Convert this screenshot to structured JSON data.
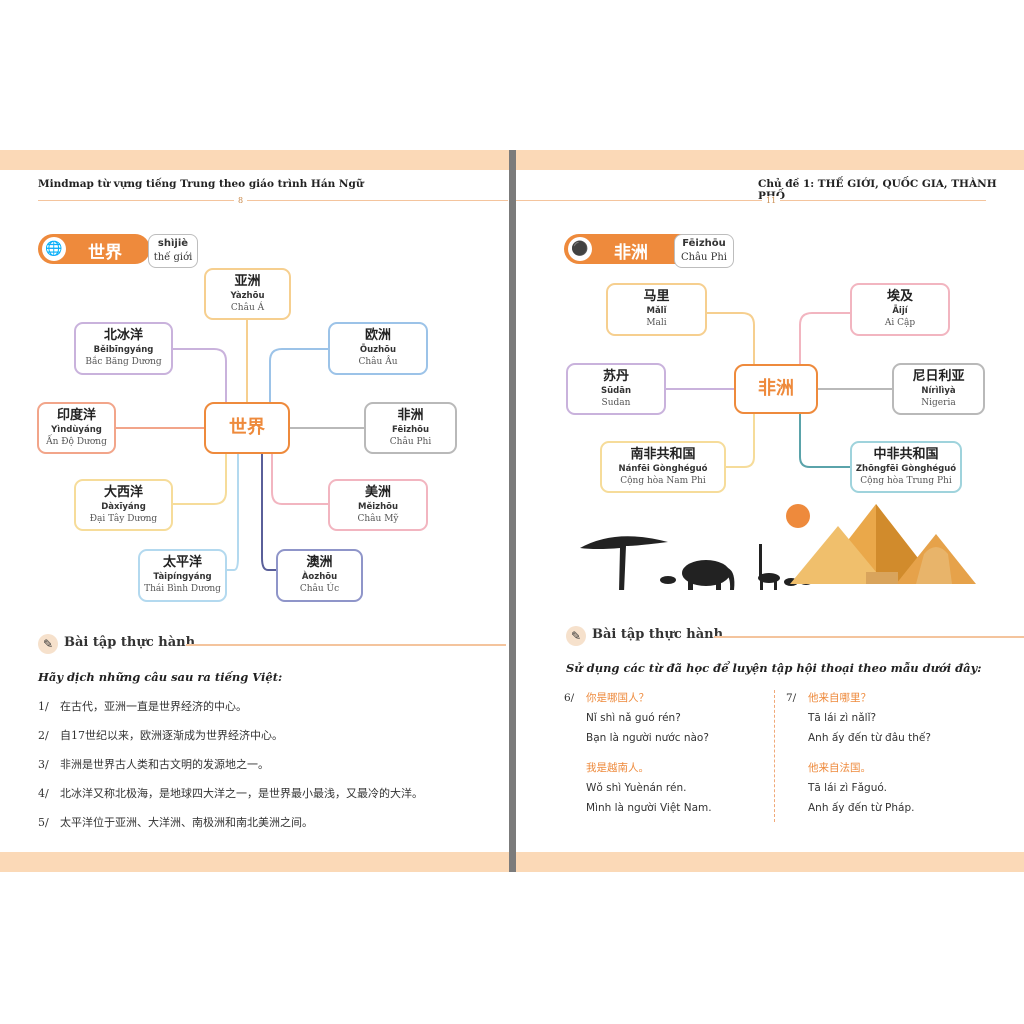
{
  "left": {
    "header": "Mindmap từ vựng tiếng Trung theo giáo trình Hán Ngữ",
    "page_number": "8",
    "title": {
      "zh": "世界",
      "pinyin": "shìjiè",
      "vi": "thế giới",
      "icon": "globe-icon"
    },
    "center": "世界",
    "nodes": [
      {
        "zh": "亚洲",
        "py": "Yàzhōu",
        "vi": "Châu Á",
        "color": "#f6cf8f"
      },
      {
        "zh": "北冰洋",
        "py": "Běibīngyáng",
        "vi": "Bắc Băng Dương",
        "color": "#c9b2dc"
      },
      {
        "zh": "欧洲",
        "py": "Ōuzhōu",
        "vi": "Châu Âu",
        "color": "#9cc3e8"
      },
      {
        "zh": "印度洋",
        "py": "Yìndùyáng",
        "vi": "Ấn Độ Dương",
        "color": "#f2a58a"
      },
      {
        "zh": "非洲",
        "py": "Fēizhōu",
        "vi": "Châu Phi",
        "color": "#b9b9b9"
      },
      {
        "zh": "大西洋",
        "py": "Dàxīyáng",
        "vi": "Đại Tây Dương",
        "color": "#f6dc9a"
      },
      {
        "zh": "美洲",
        "py": "Měizhōu",
        "vi": "Châu Mỹ",
        "color": "#f2b5c0"
      },
      {
        "zh": "太平洋",
        "py": "Tàipíngyáng",
        "vi": "Thái Bình Dương",
        "color": "#b3d9ef"
      },
      {
        "zh": "澳洲",
        "py": "Àozhōu",
        "vi": "Châu Úc",
        "color": "#8f95c9"
      }
    ],
    "exercise": {
      "heading": "Bài tập thực hành",
      "instruction": "Hãy dịch những câu sau ra tiếng Việt:",
      "items": [
        {
          "n": "1/",
          "text": "在古代，亚洲一直是世界经济的中心。"
        },
        {
          "n": "2/",
          "text": "自17世纪以来，欧洲逐渐成为世界经济中心。"
        },
        {
          "n": "3/",
          "text": "非洲是世界古人类和古文明的发源地之一。"
        },
        {
          "n": "4/",
          "text": "北冰洋又称北极海，是地球四大洋之一，是世界最小最浅，又最冷的大洋。"
        },
        {
          "n": "5/",
          "text": "太平洋位于亚洲、大洋洲、南极洲和南北美洲之间。"
        }
      ]
    }
  },
  "right": {
    "header_prefix": "Chủ đề 1: ",
    "header_topic": "THẾ GIỚI, QUỐC GIA, THÀNH PHỐ",
    "page_number": "11",
    "title": {
      "zh": "非洲",
      "pinyin": "Fēizhōu",
      "vi": "Châu Phi",
      "icon": "africa-icon"
    },
    "center": "非洲",
    "nodes": [
      {
        "zh": "马里",
        "py": "Mǎlǐ",
        "vi": "Mali",
        "color": "#f6cf8f"
      },
      {
        "zh": "埃及",
        "py": "Āijí",
        "vi": "Ai Cập",
        "color": "#f2b5c0"
      },
      {
        "zh": "苏丹",
        "py": "Sūdān",
        "vi": "Sudan",
        "color": "#c9b2dc"
      },
      {
        "zh": "尼日利亚",
        "py": "Nírìlìyà",
        "vi": "Nigeria",
        "color": "#b9b9b9"
      },
      {
        "zh": "南非共和国",
        "py": "Nánfēi Gònghéguó",
        "vi": "Cộng hòa Nam Phi",
        "color": "#f6dc9a"
      },
      {
        "zh": "中非共和国",
        "py": "Zhōngfēi Gònghéguó",
        "vi": "Cộng hòa Trung Phi",
        "color": "#9fd3dc"
      }
    ],
    "exercise": {
      "heading": "Bài tập thực hành",
      "instruction": "Sử dụng các từ đã học để luyện tập hội thoại theo mẫu dưới đây:",
      "dialogs": [
        {
          "n": "6/",
          "lines": [
            {
              "kind": "zh",
              "text": "你是哪国人？"
            },
            {
              "kind": "py",
              "text": "Nǐ shì nǎ guó rén?"
            },
            {
              "kind": "vi",
              "text": "Bạn là người nước nào?"
            },
            {
              "kind": "gap",
              "text": ""
            },
            {
              "kind": "zh",
              "text": "我是越南人。"
            },
            {
              "kind": "py",
              "text": "Wǒ shì Yuènán rén."
            },
            {
              "kind": "vi",
              "text": "Mình là người Việt Nam."
            }
          ]
        },
        {
          "n": "7/",
          "lines": [
            {
              "kind": "zh",
              "text": "他来自哪里？"
            },
            {
              "kind": "py",
              "text": "Tā lái zì nǎlǐ?"
            },
            {
              "kind": "vi",
              "text": "Anh ấy đến từ đâu thế?"
            },
            {
              "kind": "gap",
              "text": ""
            },
            {
              "kind": "zh",
              "text": "他来自法国。"
            },
            {
              "kind": "py",
              "text": "Tā lái zì Fǎguó."
            },
            {
              "kind": "vi",
              "text": "Anh ấy đến từ Pháp."
            }
          ]
        }
      ]
    }
  }
}
